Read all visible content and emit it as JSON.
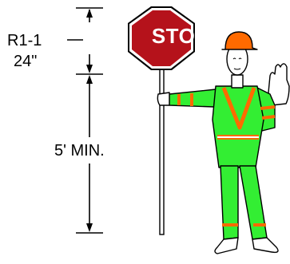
{
  "dimensions": {
    "sign_code": "R1-1",
    "sign_size": "24\"",
    "height": "5' MIN."
  },
  "sign": {
    "label": "STOP",
    "face_color": "#b5121b",
    "border_color": "#ffffff"
  },
  "flagger": {
    "hardhat_color": "#ff6a00",
    "garment_color": "#33ee33",
    "stripe_colors": [
      "#ff6a00",
      "#ffffff"
    ]
  }
}
